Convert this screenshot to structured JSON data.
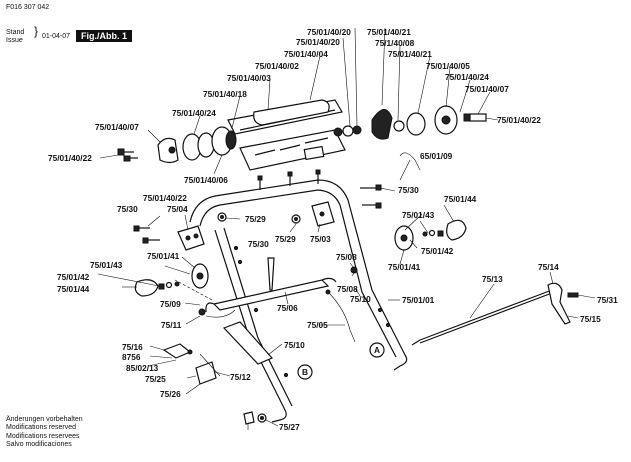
{
  "header": {
    "doc_number": "F016 307 042",
    "stand_label": "Stand",
    "issue_label": "Issue",
    "date": "01-04-07",
    "figure": "Fig./Abb. 1"
  },
  "footer": {
    "lines": [
      "Änderungen vorbehalten",
      "Modifications reserved",
      "Modifications reservees",
      "Salvo modificaciones"
    ]
  },
  "callouts": {
    "A": "A",
    "B": "B"
  },
  "labels": [
    "75/01/40/20",
    "75/01/40/21",
    "75/01/40/20",
    "75/01/40/04",
    "75/1/40/08",
    "75/01/40/02",
    "75/01/40/21",
    "75/01/40/03",
    "75/01/40/05",
    "75/01/40/18",
    "75/01/40/24",
    "75/01/40/24",
    "75/01/40/07",
    "75/01/40/07",
    "75/01/40/22",
    "75/01/40/22",
    "75/01/40/06",
    "65/01/09",
    "75/30",
    "75/01/40/22",
    "75/04",
    "75/30",
    "75/01/44",
    "75/29",
    "75/29",
    "75/03",
    "75/01/43",
    "75/30",
    "75/01/42",
    "75/08",
    "75/01/41",
    "75/01/41",
    "75/01/43",
    "75/01/42",
    "75/01/44",
    "75/13",
    "75/14",
    "75/09",
    "75/06",
    "75/10",
    "75/01/01",
    "75/31",
    "75/08",
    "75/15",
    "75/11",
    "75/05",
    "75/16",
    "75/10",
    "8756",
    "85/02/13",
    "75/25",
    "75/12",
    "75/26",
    "75/27"
  ]
}
